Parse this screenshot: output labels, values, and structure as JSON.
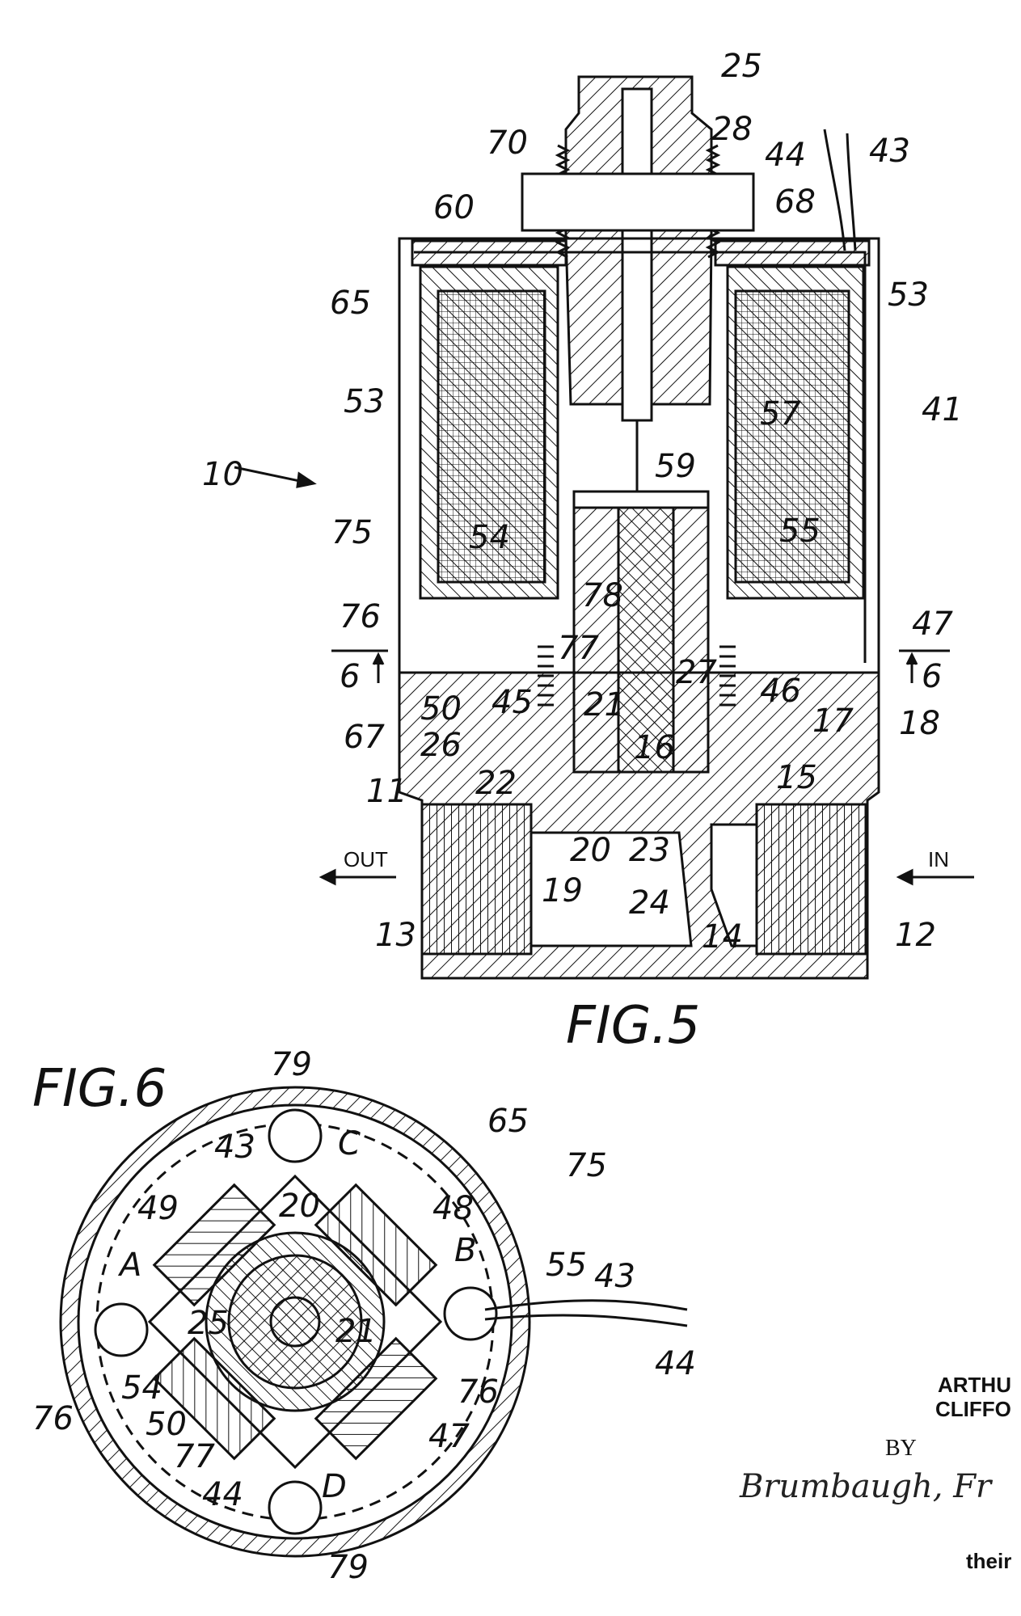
{
  "figures": {
    "fig5": {
      "caption": "FIG.5",
      "flow_out": "OUT",
      "flow_in": "IN",
      "labels": {
        "l25": "25",
        "l28": "28",
        "l70": "70",
        "l44": "44",
        "l43": "43",
        "l68": "68",
        "l60": "60",
        "l65": "65",
        "l53a": "53",
        "l53b": "53",
        "l57": "57",
        "l41": "41",
        "l10": "10",
        "l59": "59",
        "l75": "75",
        "l54": "54",
        "l55": "55",
        "l76": "76",
        "l78": "78",
        "l47": "47",
        "l77": "77",
        "l27": "27",
        "l6a": "6",
        "l6b": "6",
        "l50": "50",
        "l45": "45",
        "l21": "21",
        "l46": "46",
        "l18": "18",
        "l67": "67",
        "l26": "26",
        "l16": "16",
        "l17": "17",
        "l11": "11",
        "l22": "22",
        "l15": "15",
        "l20": "20",
        "l23": "23",
        "l19": "19",
        "l24": "24",
        "l14": "14",
        "l13": "13",
        "l12": "12"
      }
    },
    "fig6": {
      "caption": "FIG.6",
      "labels": {
        "l79a": "79",
        "l65": "65",
        "l43a": "43",
        "lC": "C",
        "l75": "75",
        "l49": "49",
        "l20": "20",
        "l48": "48",
        "lA": "A",
        "lB": "B",
        "l55": "55",
        "l43b": "43",
        "l25": "25",
        "l21": "21",
        "l44a": "44",
        "l76a": "76",
        "l54": "54",
        "l76b": "76",
        "l50": "50",
        "l47": "47",
        "l77": "77",
        "l44b": "44",
        "lD": "D",
        "l79b": "79"
      }
    }
  },
  "inventors": {
    "line1": "ARTHU",
    "line2": "CLIFFO",
    "by": "BY",
    "signature": "Brumbaugh, Fr",
    "attorneys": "their"
  },
  "colors": {
    "ink": "#111111",
    "paper": "#ffffff"
  }
}
